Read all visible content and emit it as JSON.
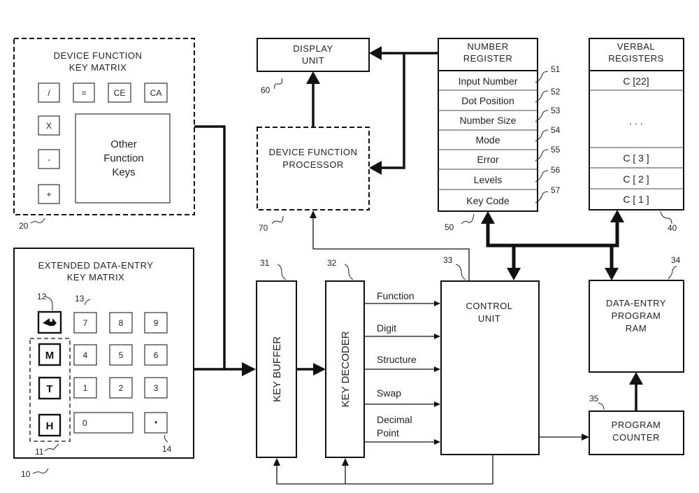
{
  "device_function_key_matrix": {
    "title_line1": "DEVICE FUNCTION",
    "title_line2": "KEY  MATRIX",
    "keys": [
      "/",
      "=",
      "CE",
      "CA",
      "X",
      "-",
      "+"
    ],
    "other_line1": "Other",
    "other_line2": "Function",
    "other_line3": "Keys",
    "ref": "20"
  },
  "extended_key_matrix": {
    "title_line1": "EXTENDED   DATA-ENTRY",
    "title_line2": "KEY  MATRIX",
    "digit_keys": [
      "7",
      "8",
      "9",
      "4",
      "5",
      "6",
      "1",
      "2",
      "3"
    ],
    "zero_key": "0",
    "dot_key": "•",
    "structure_keys": [
      "M",
      "T",
      "H"
    ],
    "ref": "10",
    "ref_11": "11",
    "ref_12": "12",
    "ref_13": "13",
    "ref_14": "14"
  },
  "display_unit": {
    "line1": "DISPLAY",
    "line2": "UNIT",
    "ref": "60"
  },
  "device_function_processor": {
    "line1": "DEVICE FUNCTION",
    "line2": "PROCESSOR",
    "ref": "70"
  },
  "number_register": {
    "title_line1": "NUMBER",
    "title_line2": "REGISTER",
    "ref": "50",
    "rows": [
      {
        "label": "Input  Number",
        "ref": "51"
      },
      {
        "label": "Dot Position",
        "ref": "52"
      },
      {
        "label": "Number  Size",
        "ref": "53"
      },
      {
        "label": "Mode",
        "ref": "54"
      },
      {
        "label": "Error",
        "ref": "55"
      },
      {
        "label": "Levels",
        "ref": "56"
      },
      {
        "label": "Key Code",
        "ref": "57"
      }
    ]
  },
  "verbal_registers": {
    "title_line1": "VERBAL",
    "title_line2": "REGISTERS",
    "ref": "40",
    "rows": [
      "C [22]",
      ". . .",
      "C [ 3 ]",
      "C [ 2 ]",
      "C [ 1 ]"
    ]
  },
  "key_buffer": {
    "label": "KEY  BUFFER",
    "ref": "31"
  },
  "key_decoder": {
    "label": "KEY  DECODER",
    "ref": "32"
  },
  "signals": {
    "function": "Function",
    "digit": "Digit",
    "structure": "Structure",
    "swap": "Swap",
    "decimal_line1": "Decimal",
    "decimal_line2": "Point"
  },
  "control_unit": {
    "line1": "CONTROL",
    "line2": "UNIT",
    "ref": "33"
  },
  "data_entry_ram": {
    "line1": "DATA-ENTRY",
    "line2": "PROGRAM",
    "line3": "RAM",
    "ref": "34"
  },
  "program_counter": {
    "line1": "PROGRAM",
    "line2": "COUNTER",
    "ref": "35"
  }
}
